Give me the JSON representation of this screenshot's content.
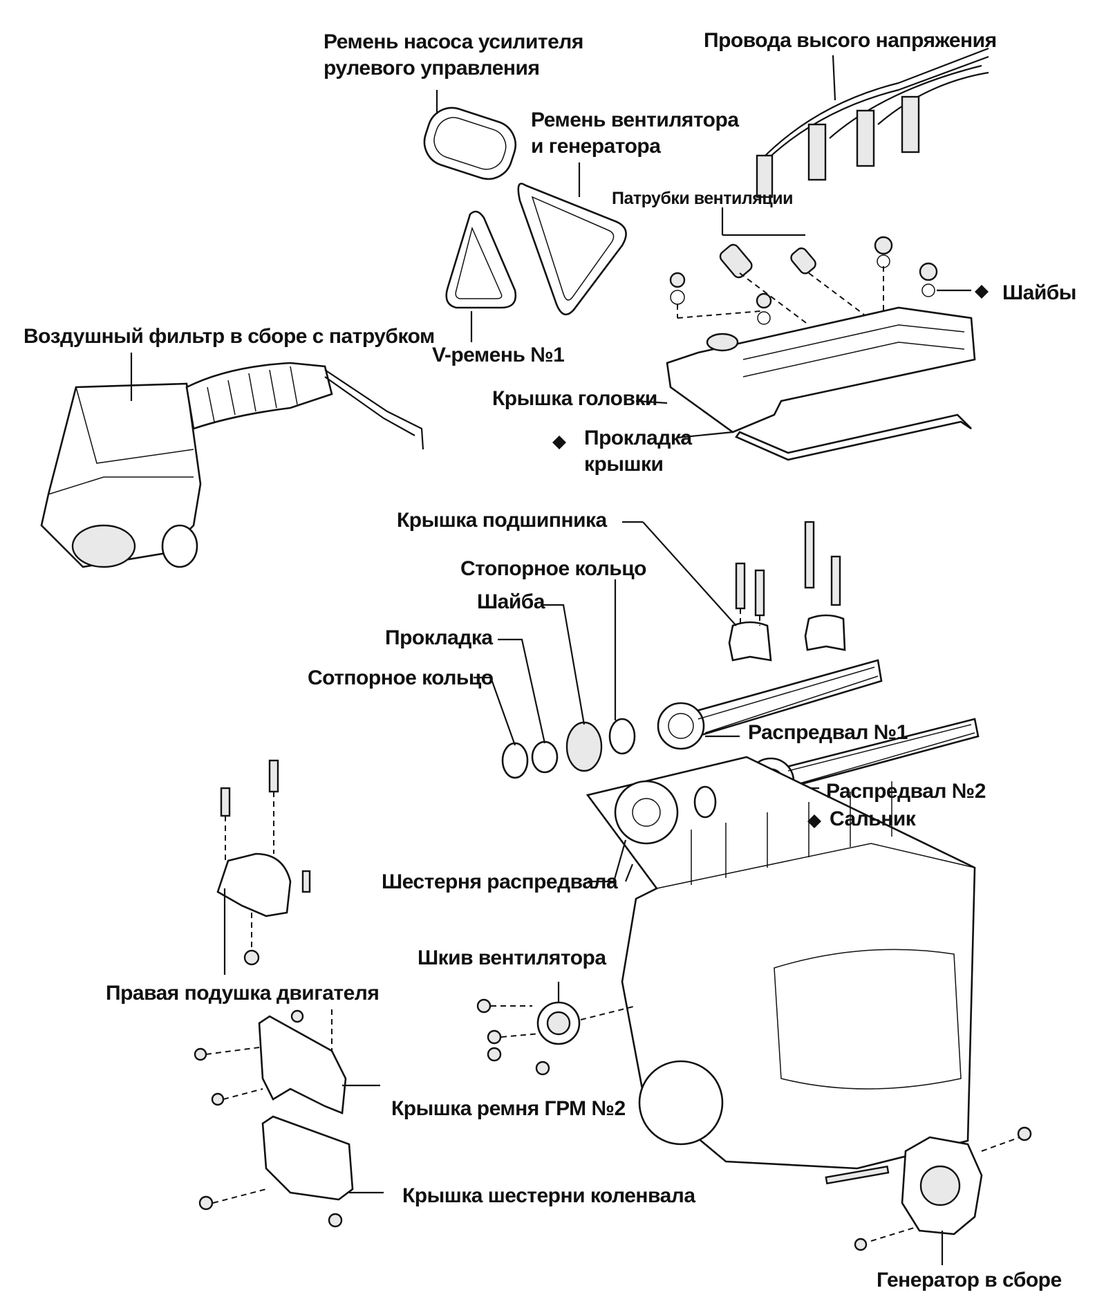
{
  "labels": {
    "ps_belt": "Ремень насоса усилителя\nрулевого управления",
    "hv_wires": "Провода высого напряжения",
    "fan_belt": "Ремень вентилятора\nи генератора",
    "vent_pipes": "Патрубки вентиляции",
    "washers": "Шайбы",
    "air_filter": "Воздушный фильтр в сборе с патрубком",
    "v_belt": "V-ремень №1",
    "head_cover": "Крышка головки",
    "cover_gasket": "Прокладка\nкрышки",
    "bearing_cap": "Крышка подшипника",
    "snap_ring": "Стопорное кольцо",
    "washer": "Шайба",
    "gasket": "Прокладка",
    "snap_ring2": "Сотпорное кольцо",
    "camshaft1": "Распредвал №1",
    "camshaft2": "Распредвал №2",
    "oil_seal": "Сальник",
    "cam_gear": "Шестерня распредвала",
    "fan_pulley": "Шкив вентилятора",
    "right_mount": "Правая подушка двигателя",
    "timing_cover2": "Крышка ремня ГРМ №2",
    "crank_cover": "Крышка шестерни коленвала",
    "generator": "Генератор в сборе"
  },
  "markers": {
    "new_part_symbol": "◆"
  }
}
